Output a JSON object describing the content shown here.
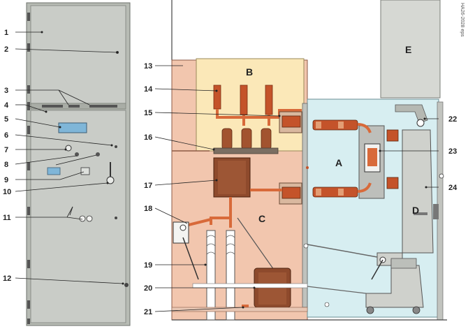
{
  "drawing_code": "HA26-2028 eps",
  "zones": [
    "A",
    "B",
    "C",
    "D",
    "E"
  ],
  "callouts": [
    "1",
    "2",
    "3",
    "4",
    "5",
    "6",
    "7",
    "8",
    "9",
    "10",
    "11",
    "12",
    "13",
    "14",
    "15",
    "16",
    "17",
    "18",
    "19",
    "20",
    "21",
    "22",
    "23",
    "24"
  ],
  "colors": {
    "panel_grey": "#c9ccc7",
    "panel_dark": "#9ea39d",
    "compartment_B": "#fbe8b8",
    "compartment_C": "#f2c6ae",
    "compartment_A": "#d7eef1",
    "compartment_E": "#d6d8d3",
    "truck_D": "#cfd1cc",
    "copper": "#d86a3a",
    "ct_brown": "#8e4a2c"
  }
}
